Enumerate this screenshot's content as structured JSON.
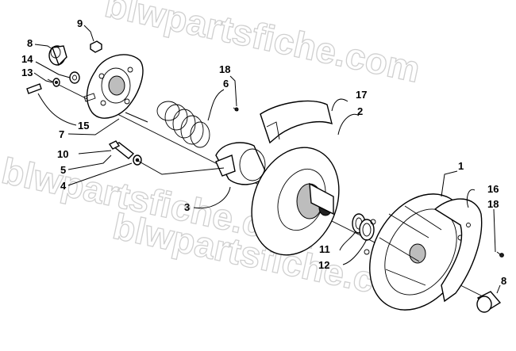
{
  "watermark": {
    "text": "blwpartsfiche.com"
  },
  "callouts": [
    {
      "id": "c9",
      "label": "9"
    },
    {
      "id": "c8a",
      "label": "8"
    },
    {
      "id": "c14",
      "label": "14"
    },
    {
      "id": "c13",
      "label": "13"
    },
    {
      "id": "c18a",
      "label": "18"
    },
    {
      "id": "c6",
      "label": "6"
    },
    {
      "id": "c17",
      "label": "17"
    },
    {
      "id": "c2",
      "label": "2"
    },
    {
      "id": "c15",
      "label": "15"
    },
    {
      "id": "c7",
      "label": "7"
    },
    {
      "id": "c10",
      "label": "10"
    },
    {
      "id": "c5",
      "label": "5"
    },
    {
      "id": "c4",
      "label": "4"
    },
    {
      "id": "c3",
      "label": "3"
    },
    {
      "id": "c1",
      "label": "1"
    },
    {
      "id": "c16",
      "label": "16"
    },
    {
      "id": "c18b",
      "label": "18"
    },
    {
      "id": "c11",
      "label": "11"
    },
    {
      "id": "c12",
      "label": "12"
    },
    {
      "id": "c8b",
      "label": "8"
    }
  ]
}
